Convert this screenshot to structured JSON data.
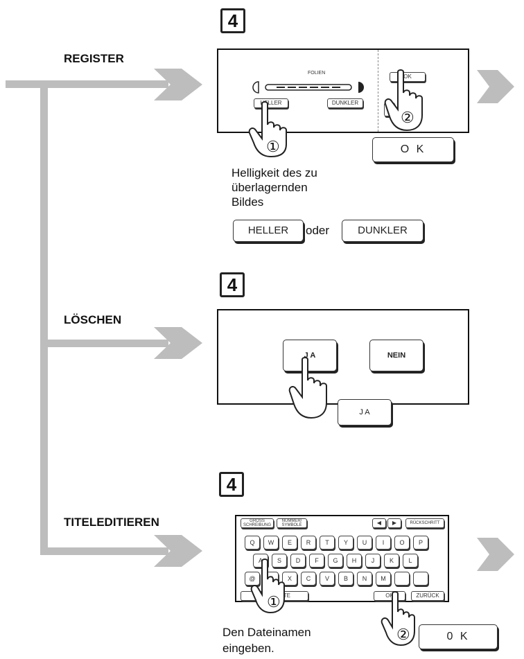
{
  "register": {
    "step": "4",
    "label": "REGISTER",
    "screen_caption": "FOLIEN",
    "screen_heller": "HELLER",
    "screen_dunkler": "DUNKLER",
    "screen_ok": "OK",
    "ok_button": "O K",
    "marker1": "①",
    "marker2": "②",
    "caption_line1": "Helligkeit des zu",
    "caption_line2": "überlagernden",
    "caption_line3": "Bildes",
    "heller_button": "HELLER",
    "oder": "oder",
    "dunkler_button": "DUNKLER"
  },
  "loeschen": {
    "step": "4",
    "label": "LÖSCHEN",
    "screen_ja": "J A",
    "screen_nein": "NEIN",
    "ja_button": "J A"
  },
  "titel": {
    "step": "4",
    "label": "TITELEDITIEREN",
    "top_btn1": "GROSS SCHREIBUNG",
    "top_btn2": "NUMMER/ SYMBOLE",
    "left_arrow": "◀",
    "right_arrow": "▶",
    "backspace": "RÜCKSCHRITT",
    "row1": [
      "Q",
      "W",
      "E",
      "R",
      "T",
      "Y",
      "U",
      "I",
      "O",
      "P"
    ],
    "row2": [
      "A",
      "S",
      "D",
      "F",
      "G",
      "H",
      "J",
      "K",
      "L"
    ],
    "row3": [
      "@",
      "Z",
      "X",
      "C",
      "V",
      "B",
      "N",
      "M",
      "",
      ""
    ],
    "bottom_left": "LEERTASTE",
    "bottom_ok": "OK",
    "zurueck": "ZURÜCK",
    "marker1": "①",
    "marker2": "②",
    "ok_button": "0 K",
    "caption_line1": "Den Dateinamen",
    "caption_line2": "eingeben."
  }
}
